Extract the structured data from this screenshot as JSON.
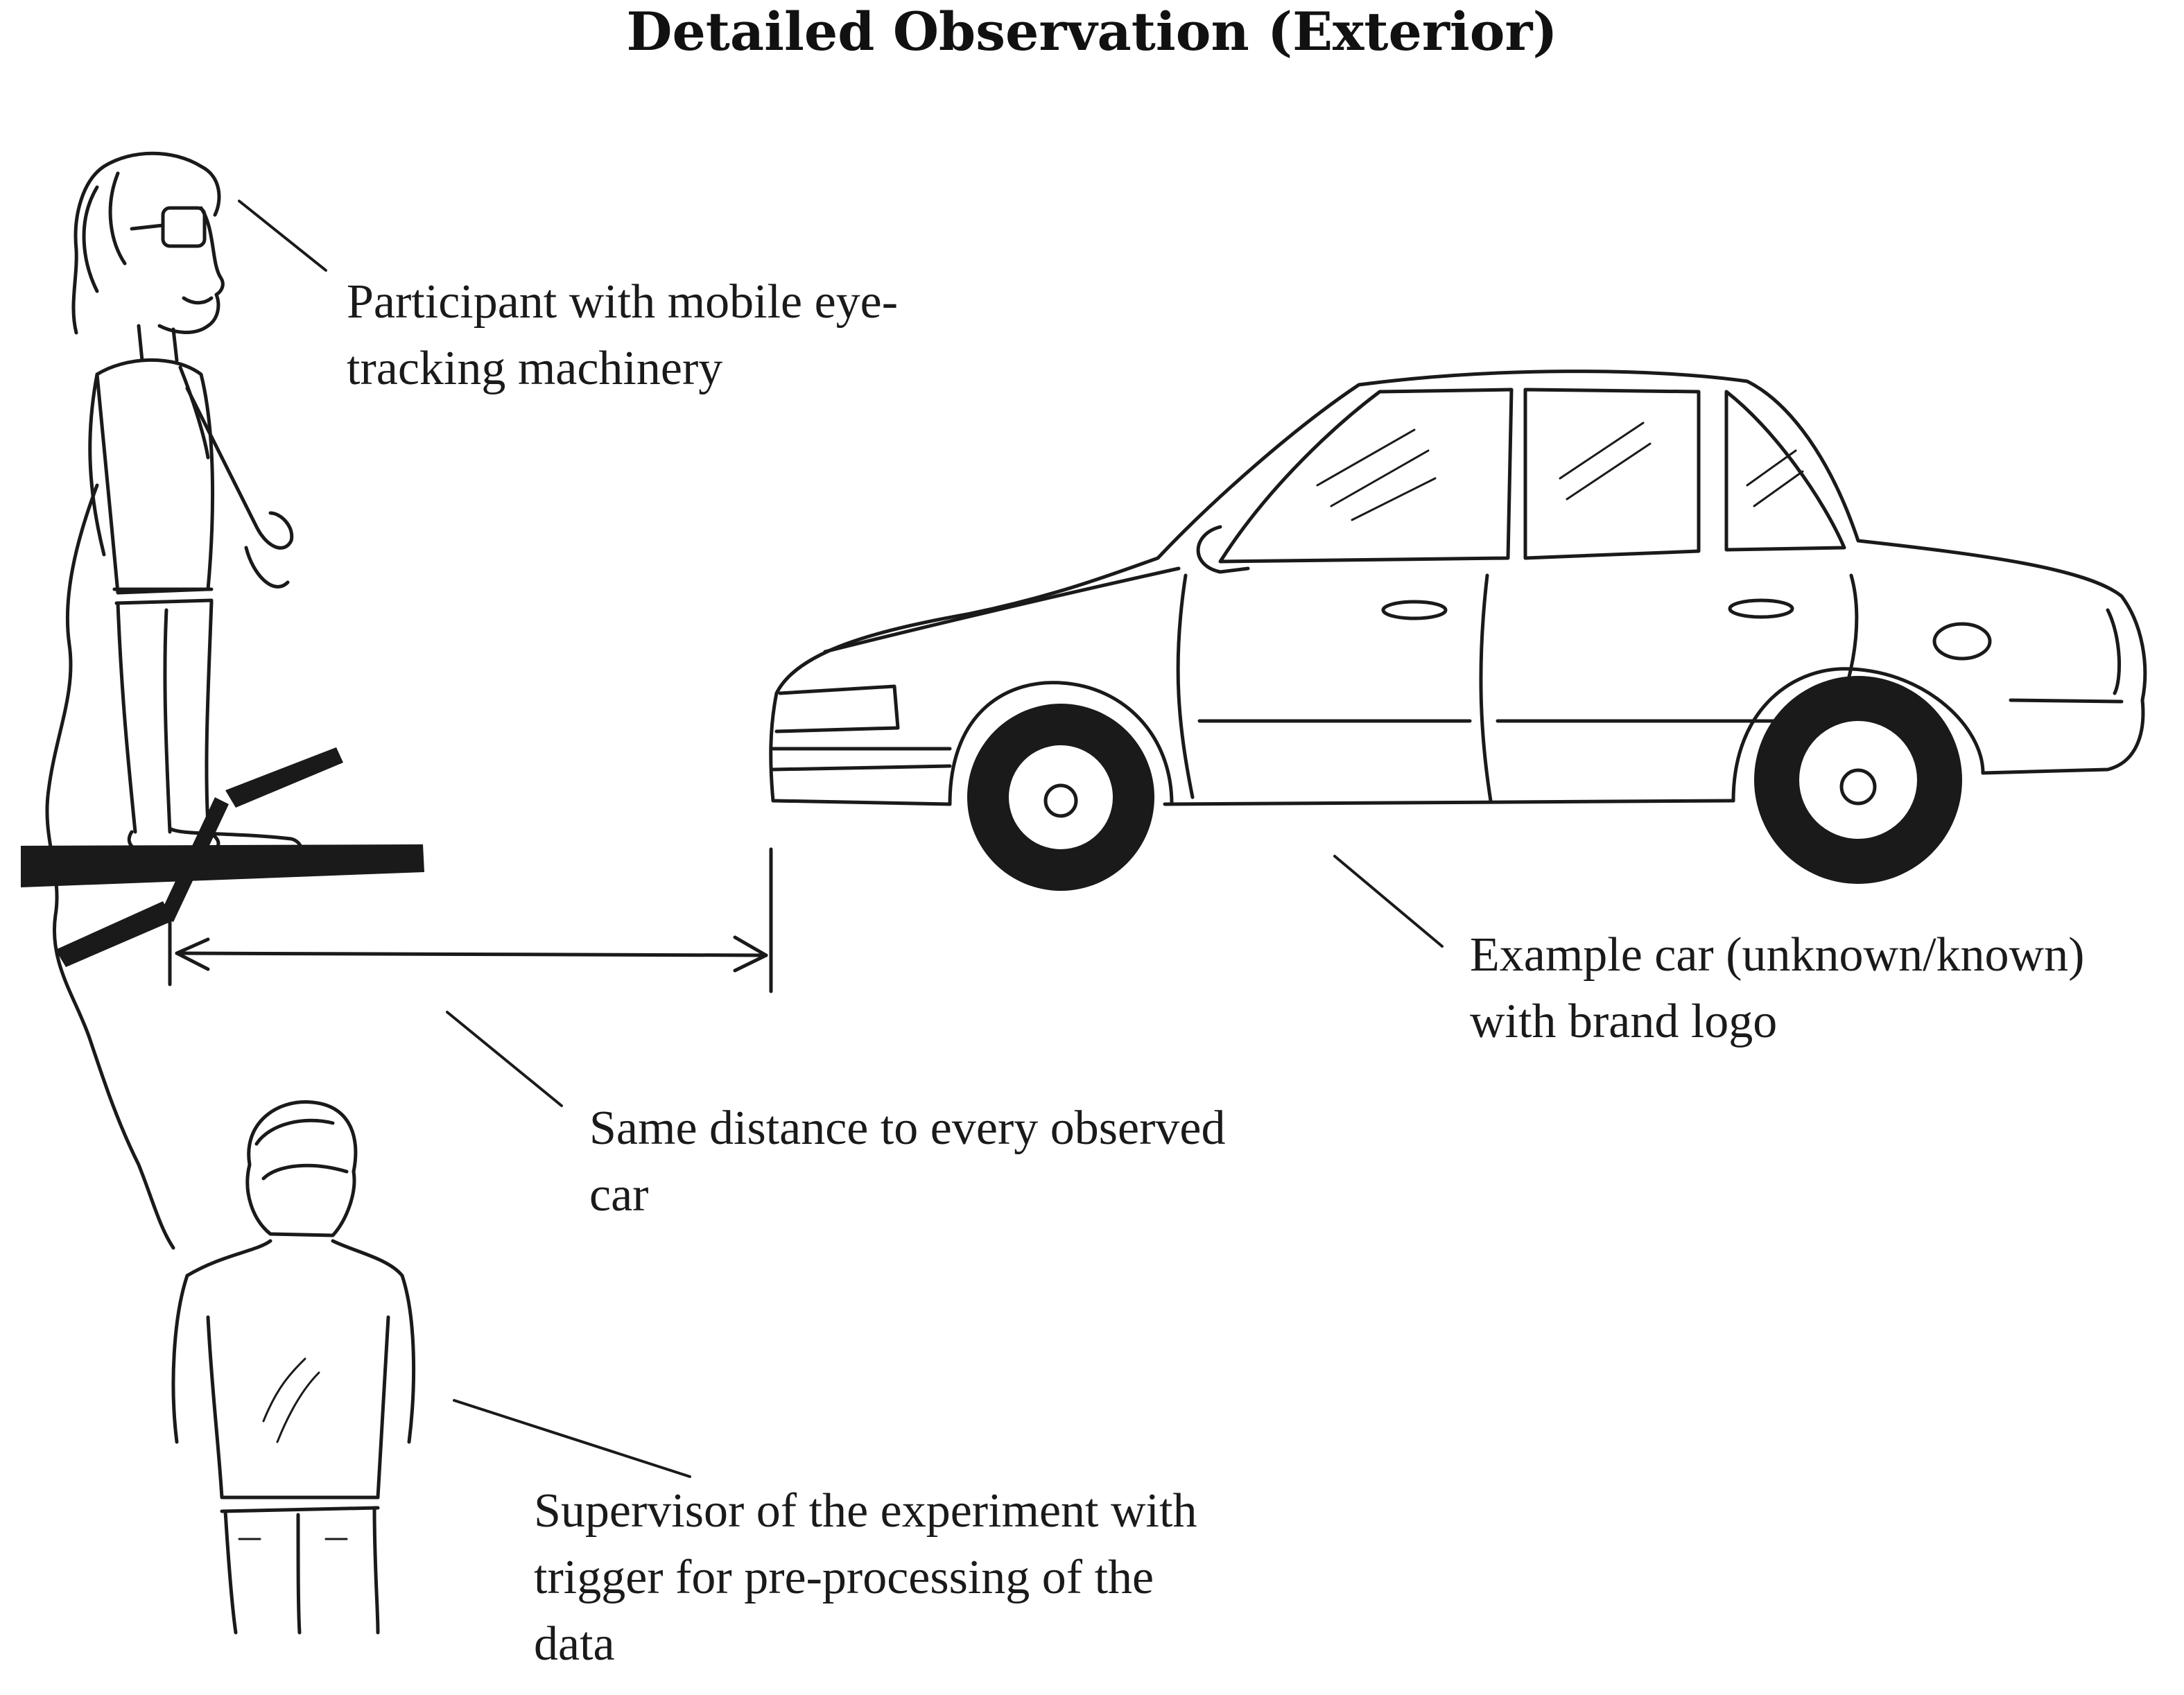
{
  "title": "Detailed Observation (Exterior)",
  "labels": {
    "participant": "Participant with mobile eye-\ntracking machinery",
    "car": "Example car (unknown/known)\nwith brand logo",
    "distance": "Same distance to every observed\ncar",
    "supervisor": "Supervisor of the experiment with\ntrigger for pre-processing of the\ndata"
  },
  "colors": {
    "ink": "#1a1a1a",
    "background": "#ffffff"
  }
}
